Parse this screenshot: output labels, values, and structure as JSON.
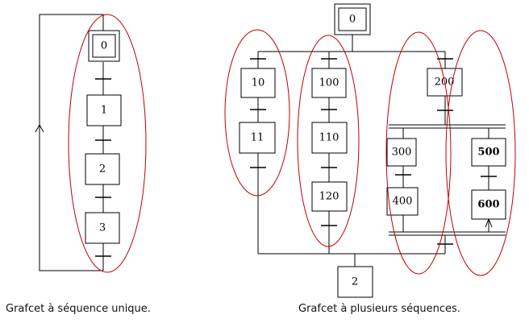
{
  "captions": {
    "single": "Grafcet à séquence unique.",
    "multiple": "Grafcet à plusieurs séquences."
  },
  "colors": {
    "highlight": "#c00000",
    "line": "#000000"
  },
  "single_sequence": {
    "initial_step": "0",
    "steps": [
      "1",
      "2",
      "3"
    ]
  },
  "multiple_sequences": {
    "initial_step": "0",
    "branch_a": [
      "10",
      "11"
    ],
    "branch_b": [
      "100",
      "110",
      "120"
    ],
    "branch_c_head": "200",
    "parallel_1": [
      "300",
      "400"
    ],
    "parallel_2": [
      "500",
      "600"
    ],
    "end_step": "2"
  }
}
